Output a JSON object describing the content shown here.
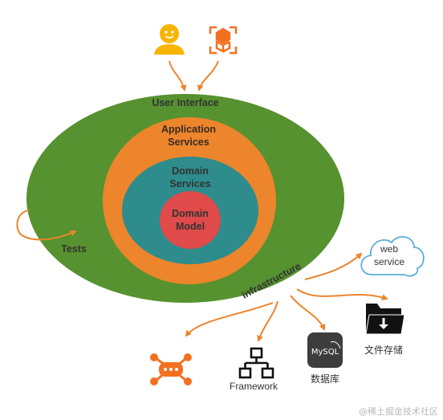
{
  "layers": {
    "user_interface": "User Interface",
    "application_services_1": "Application",
    "application_services_2": "Services",
    "domain_services_1": "Domain",
    "domain_services_2": "Services",
    "domain_model_1": "Domain",
    "domain_model_2": "Model",
    "tests": "Tests",
    "infrastructure": "infrastructure"
  },
  "externals": {
    "web_service_1": "web",
    "web_service_2": "service",
    "file_storage": "文件存储",
    "mysql_logo": "MySQL",
    "database": "数据库",
    "framework": "Framework"
  },
  "watermark": "@稀土掘金技术社区",
  "icons": [
    "user-icon",
    "app-cube-icon",
    "cloud-icon",
    "folder-download-icon",
    "mysql-icon",
    "framework-icon",
    "message-hub-icon"
  ],
  "colors": {
    "outer_ring": "#56922f",
    "middle_ring": "#ec852c",
    "inner_ring": "#2e8c8c",
    "core": "#e04a4a",
    "arrow": "#ec852c",
    "icon_orange": "#f37021",
    "icon_yellow": "#f7b500"
  }
}
